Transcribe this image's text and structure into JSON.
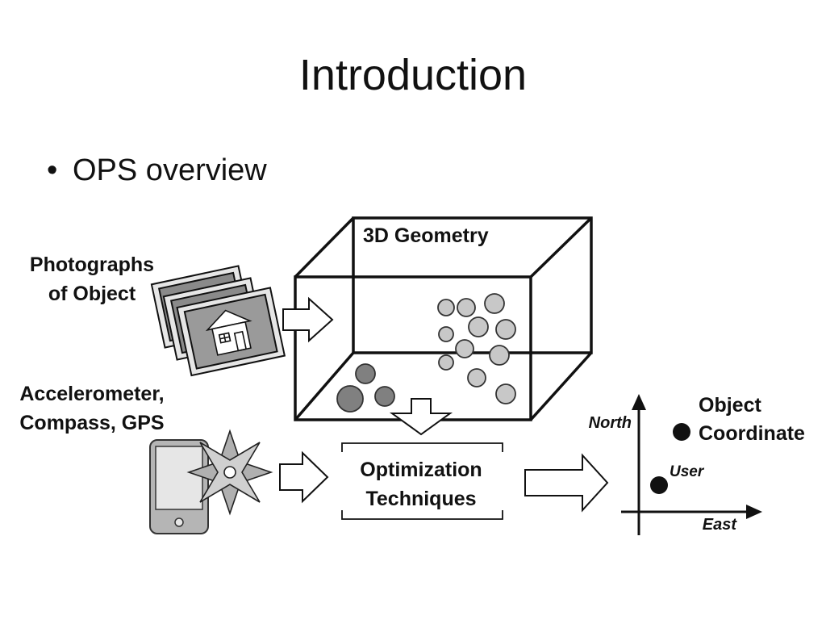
{
  "slide": {
    "title": "Introduction",
    "bullet": "OPS overview"
  },
  "diagram": {
    "geometry_label": "3D Geometry",
    "photos_label_line1": "Photographs",
    "photos_label_line2": "of Object",
    "sensors_label_line1": "Accelerometer,",
    "sensors_label_line2": "Compass, GPS",
    "optimization_line1": "Optimization",
    "optimization_line2": "Techniques",
    "axis_north": "North",
    "axis_east": "East",
    "point_user": "User",
    "point_object_line1": "Object",
    "point_object_line2": "Coordinate"
  }
}
